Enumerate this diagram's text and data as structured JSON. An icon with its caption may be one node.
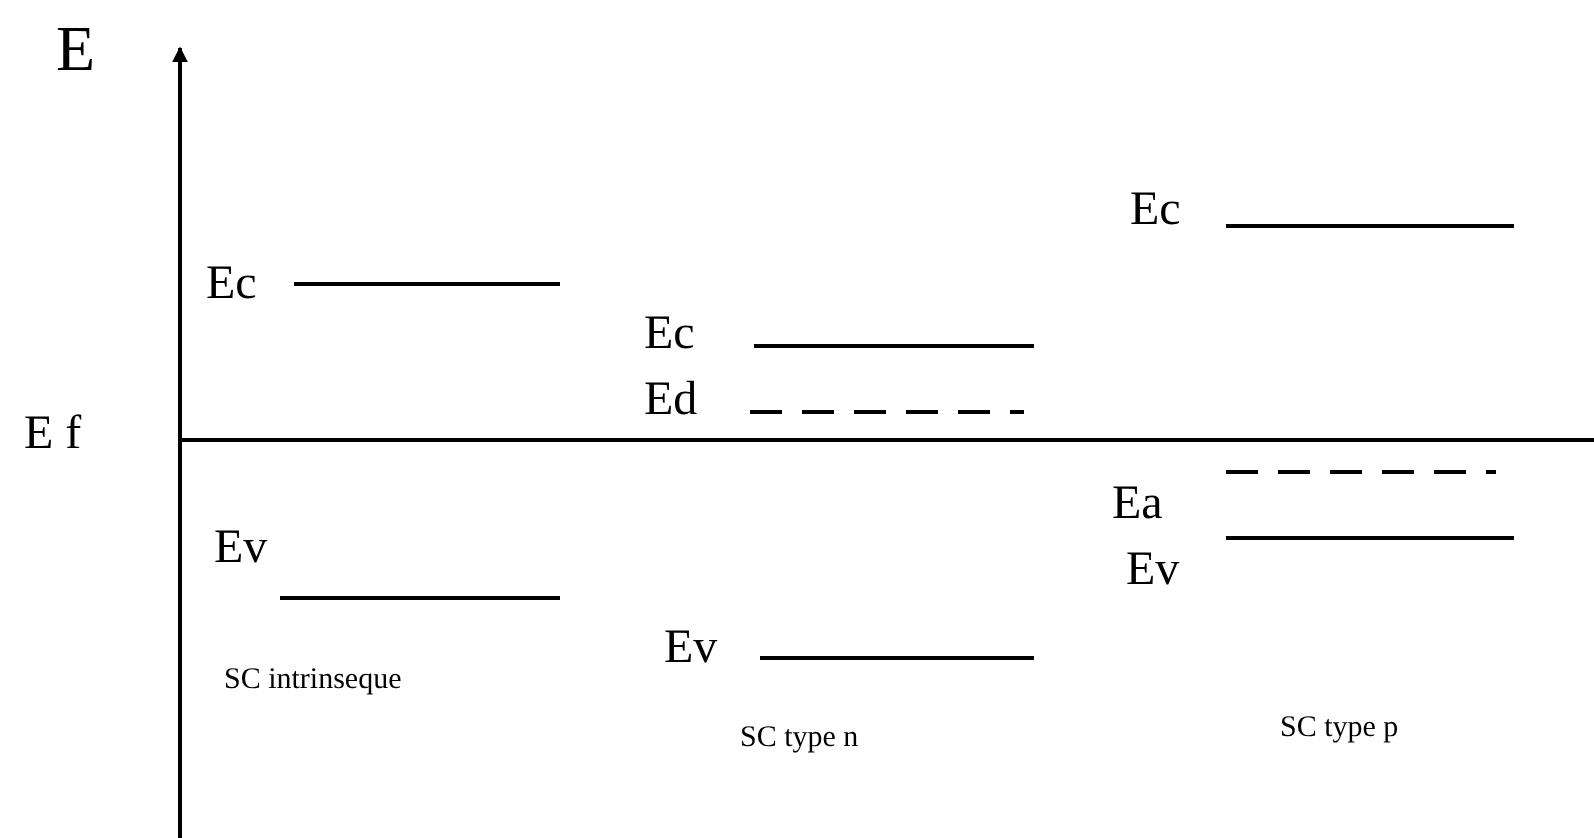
{
  "diagram": {
    "labels": [
      "E",
      "E f",
      "Ec",
      "Ev",
      "SC intrinseque",
      "Ec",
      "Ed",
      "Ev",
      "SC type n",
      "Ec",
      "Ea",
      "Ev",
      "SC type p"
    ]
  }
}
